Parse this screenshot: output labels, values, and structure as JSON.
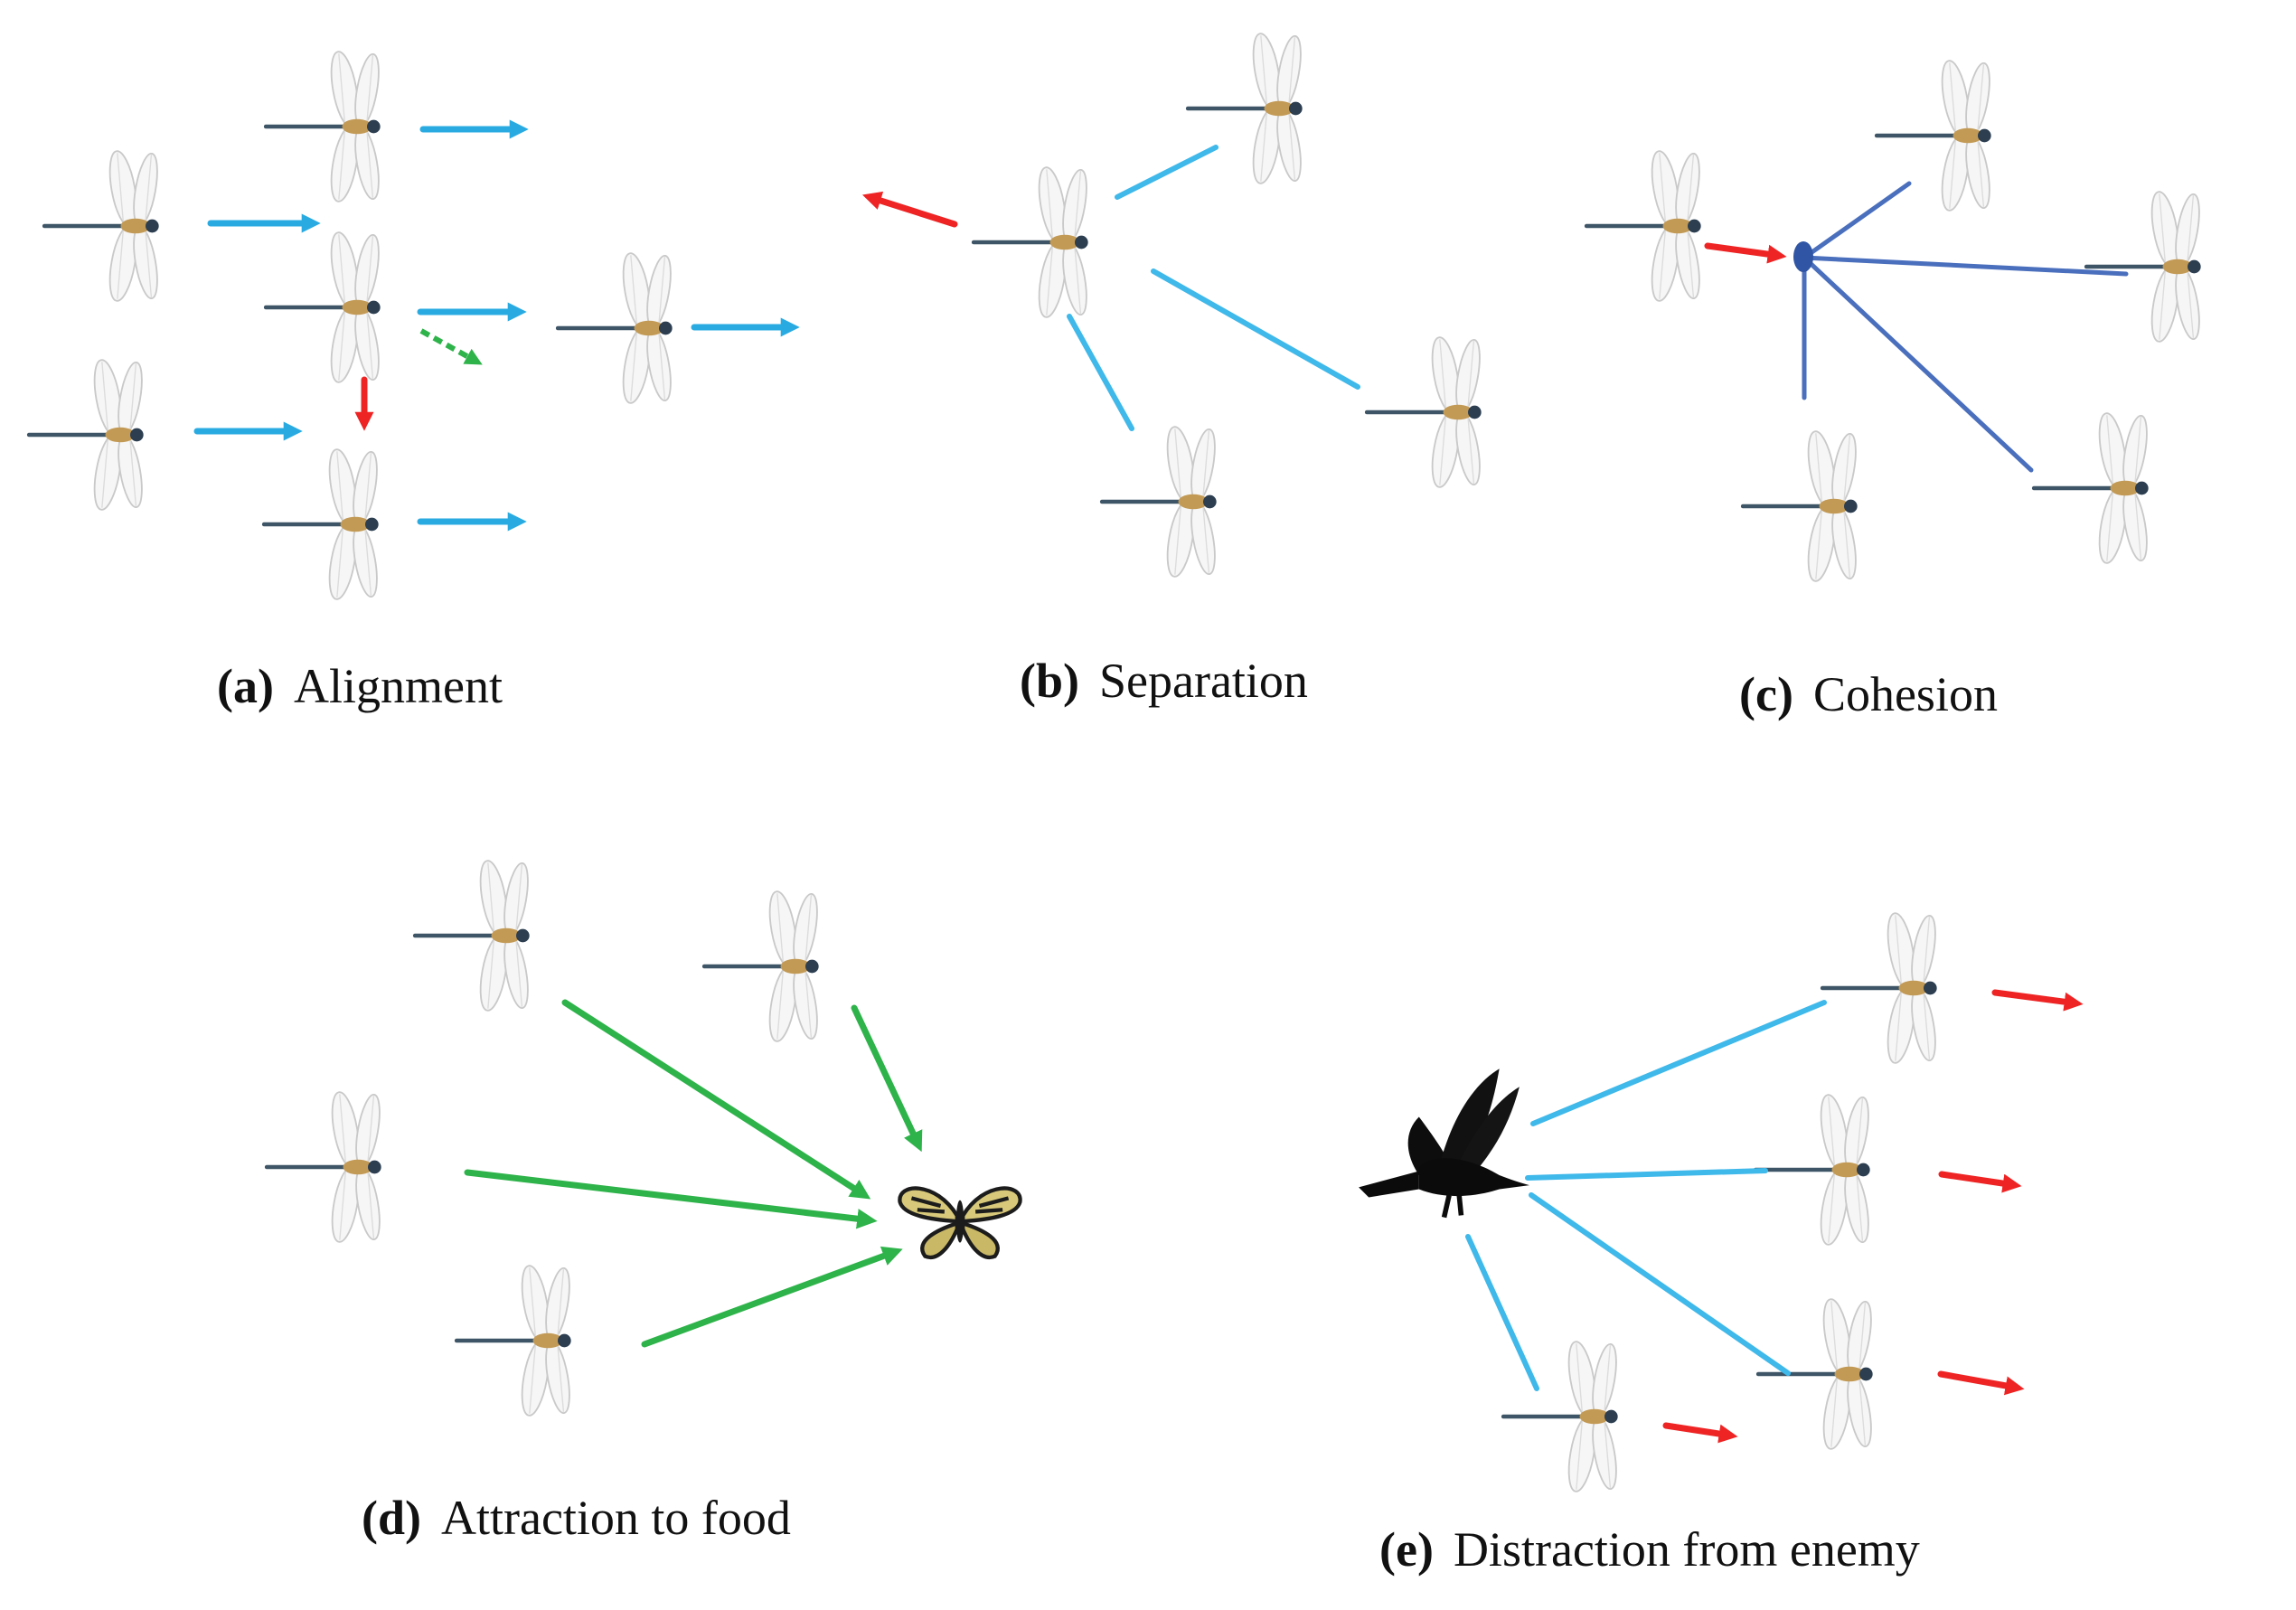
{
  "panels": [
    {
      "letter": "(a)",
      "title": "Alignment"
    },
    {
      "letter": "(b)",
      "title": "Separation"
    },
    {
      "letter": "(c)",
      "title": "Cohesion"
    },
    {
      "letter": "(d)",
      "title": "Attraction to food"
    },
    {
      "letter": "(e)",
      "title": "Distraction from enemy"
    }
  ],
  "colors": {
    "velocity_arrow": "#29abe2",
    "correction_arrow": "#ee2424",
    "food_arrow": "#2eb34a",
    "neighbor_line": "#3fb8ea",
    "cohesion_line": "#4a6fbd",
    "cohesion_center": "#2f55a4"
  },
  "icons": {
    "agent": "dragonfly-icon",
    "food": "butterfly-icon",
    "enemy": "crow-icon"
  }
}
